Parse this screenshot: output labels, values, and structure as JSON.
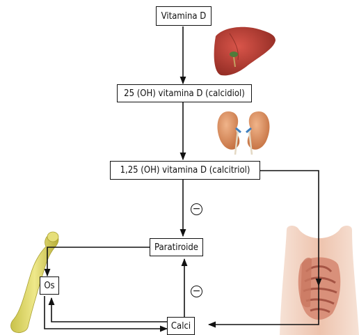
{
  "diagram": {
    "nodes": {
      "vitamin_d": "Vitamina D",
      "calcidiol": "25 (OH) vitamina D (calcidiol)",
      "calcitriol": "1,25 (OH) vitamina D (calcitriol)",
      "parathyroid": "Paratiroide",
      "bone": "Os",
      "calcium": "Calci"
    },
    "inhibition_sign": "−",
    "illustrations": [
      "liver-illustration",
      "kidneys-illustration",
      "femur-bone-illustration",
      "intestine-torso-illustration"
    ]
  }
}
